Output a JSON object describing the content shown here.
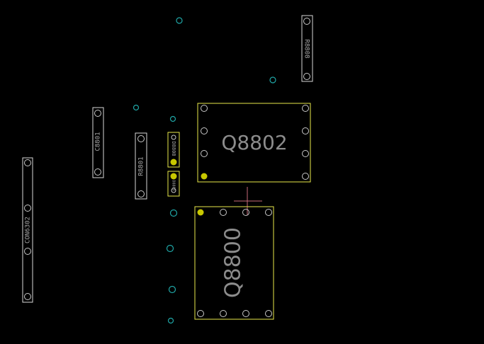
{
  "canvas": {
    "background": "#000000",
    "outline_color": "#d8d8d8",
    "highlight_color": "#e8e84a",
    "pad_color": "#c8c8c8",
    "via_color": "#1fa6a6",
    "pin1_color": "#c8c800",
    "crosshair_color": "#c86a7a",
    "label_color": "#a8a8a8",
    "big_label_color": "#8c8c8c"
  },
  "components": {
    "r8808": {
      "ref": "R8808"
    },
    "c8801": {
      "ref": "C8801"
    },
    "r8801": {
      "ref": "R8801"
    },
    "d8808": {
      "ref": "D8808"
    },
    "d8809": {
      "ref": "D8809"
    },
    "con6302": {
      "ref": "CON6302"
    },
    "q8802": {
      "ref": "Q8802"
    },
    "q8800": {
      "ref": "Q8800"
    }
  }
}
